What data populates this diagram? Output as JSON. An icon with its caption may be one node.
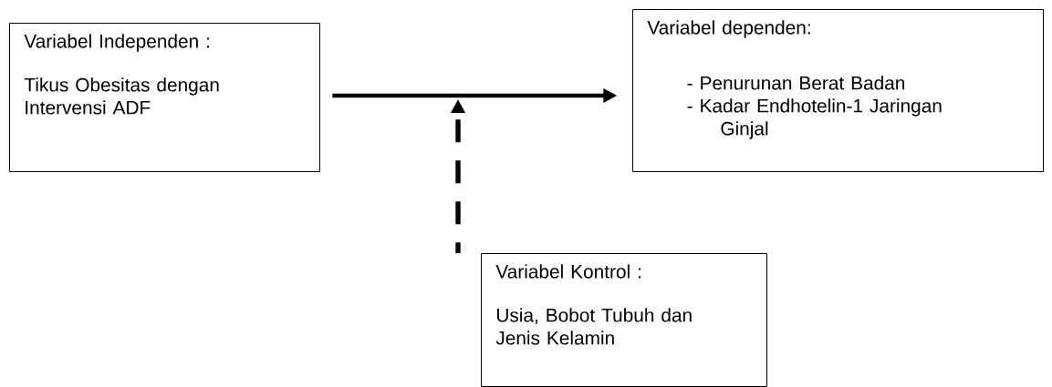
{
  "diagram": {
    "nodes": [
      {
        "text": [
          "Variabel Independen :",
          "Tikus Obesitas dengan Intervensi ADF"
        ]
      },
      {
        "text": [
          "Variabel  dependen:",
          "- Penurunan Berat Badan",
          "- Kadar Endhotelin-1 Jaringan Ginjal"
        ]
      },
      {
        "text": [
          "Variabel Kontrol :",
          "Usia, Bobot Tubuh dan Jenis Kelamin"
        ]
      }
    ],
    "edges": [
      {
        "from": 0,
        "to": 1,
        "arrow": "to"
      },
      {
        "from": 2,
        "to": null,
        "arrow": "to",
        "style": "dashed"
      }
    ]
  }
}
